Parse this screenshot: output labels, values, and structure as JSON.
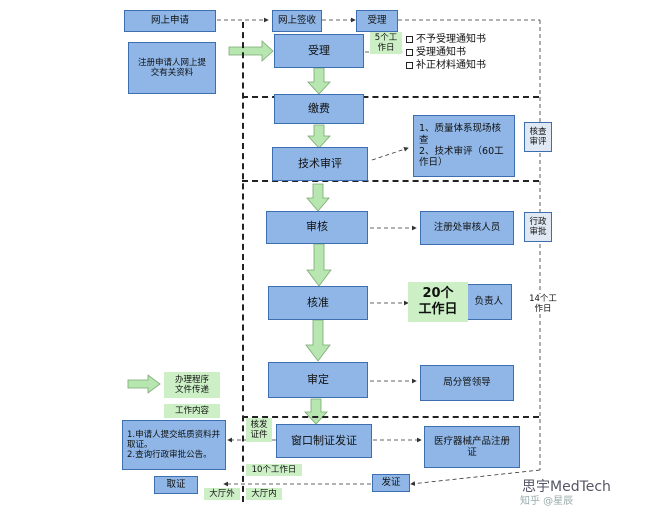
{
  "flow": {
    "online_apply": "网上申请",
    "online_sign": "网上签收",
    "accept_small": "受理",
    "applicant_submit": "注册申请人网上提交有关资料",
    "accept": "受理",
    "pay": "缴费",
    "tech_review": "技术审评",
    "review": "审核",
    "approve": "核准",
    "decide": "审定",
    "window_issue": "窗口制证发证"
  },
  "notices": {
    "reject": "不予受理通知书",
    "accepted": "受理通知书",
    "supplement": "补正材料通知书"
  },
  "side_boxes": {
    "quality_check": "1、质量体系现场核查\n2、技术审评（60工作日）",
    "registration_reviewer": "注册处审核人员",
    "leader_suffix": "负责人",
    "bureau_leader": "局分管领导",
    "device_cert": "医疗器械产品注册证",
    "paper_docs": "1.申请人提交纸质资料并取证。\n2.查询行政审批公告。",
    "take_cert": "取证",
    "send_cert": "发证"
  },
  "right_labels": {
    "verify_review": "核查\n审评",
    "admin_approve": "行政\n审批",
    "fourteen_days": "14个工\n作日"
  },
  "green_labels": {
    "five_days": "5个工\n作日",
    "twenty_days": "20个\n工作日",
    "legend_process": "办理程序\n文件传递",
    "work_content": "工作内容",
    "verify_cert": "核发\n证件",
    "ten_days": "10个工作日",
    "hall_outside": "大厅外",
    "hall_inside": "大厅内"
  },
  "watermark": {
    "brand": "思宇MedTech",
    "zhihu": "知乎 @星辰"
  },
  "colors": {
    "box_fill": "#8fb6e6",
    "box_border": "#3d6fb0",
    "green_arrow": "#b8e6b0",
    "label_green": "#ccefc6"
  }
}
